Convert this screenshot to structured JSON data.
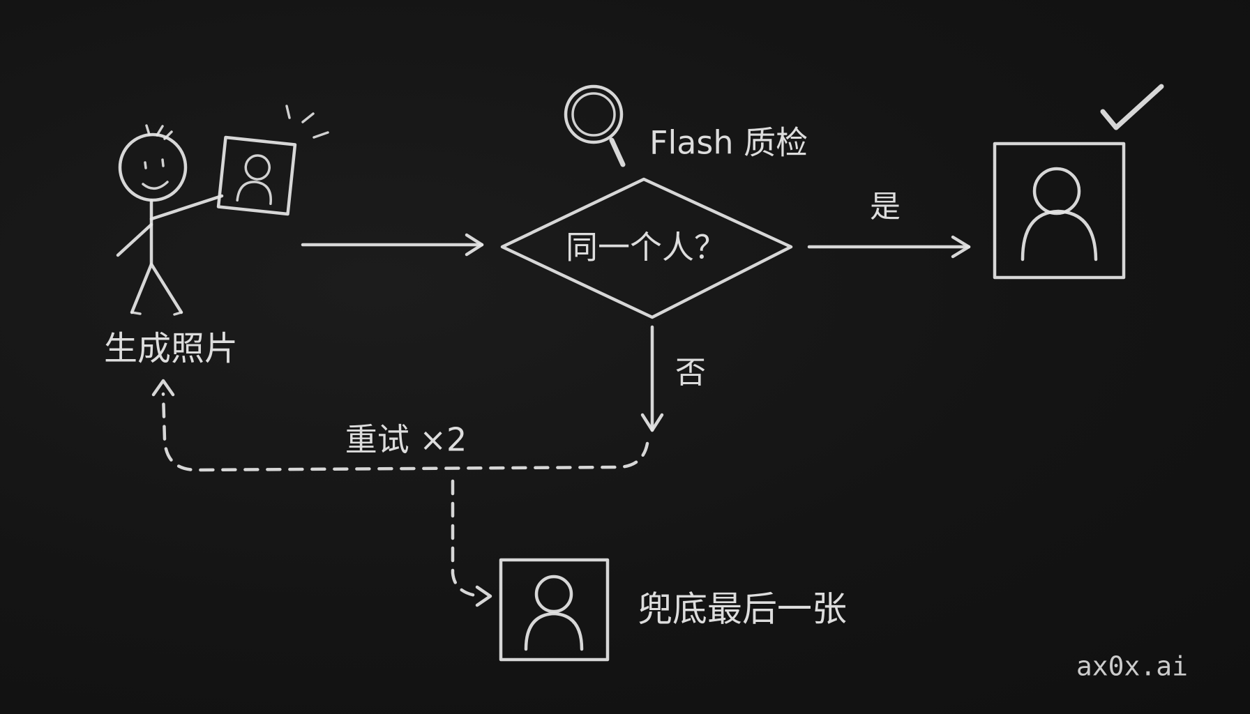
{
  "colors": {
    "background": "#151515",
    "chalk": "#e6e6e6"
  },
  "nodes": {
    "generate_photo": {
      "label": "生成照片",
      "icon": "stick-figure-holding-photo-icon"
    },
    "quality_check": {
      "title": "Flash 质检",
      "icon": "magnifier-icon",
      "question": "同一个人？"
    },
    "accepted_photo": {
      "icon": "portrait-frame-icon",
      "badge_icon": "checkmark-icon"
    },
    "fallback_photo": {
      "label": "兜底最后一张",
      "icon": "portrait-frame-icon"
    }
  },
  "edges": {
    "yes_label": "是",
    "no_label": "否",
    "retry_label": "重试 ×2"
  },
  "watermark": "ax0x.ai"
}
